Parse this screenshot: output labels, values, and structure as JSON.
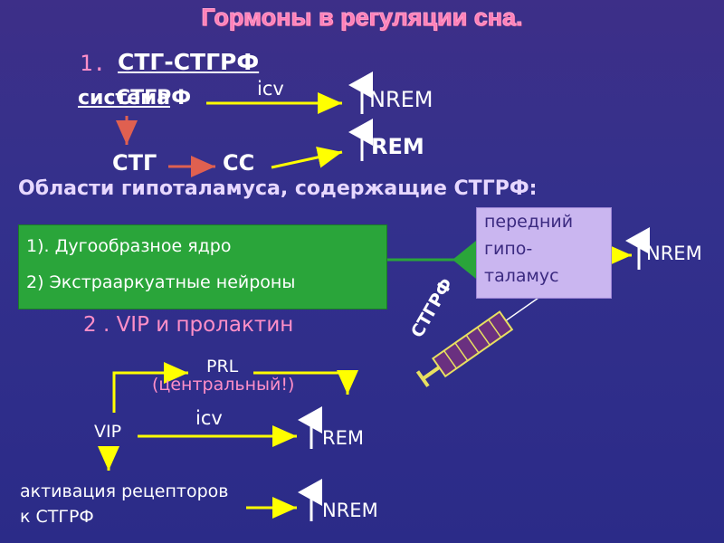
{
  "title": "Гормоны в регуляции сна.",
  "section1": {
    "number": "1.",
    "heading": "СТГ-СТГРФ",
    "system_word": "система",
    "strgf": "СТГРФ",
    "icv": "icv",
    "nrem": "NREM",
    "stg": "СТГ",
    "ss": "СС",
    "rem": "REM"
  },
  "hypothalamus_heading": "Области гипоталамуса, содержащие СТГРФ:",
  "green_box": {
    "line1": "1). Дугообразное ядро",
    "line2": "2) Экстрааркуатные  нейроны"
  },
  "lilac_box": {
    "line1": "передний",
    "line2": "гипо-",
    "line3": "таламус"
  },
  "right_nrem": "NREM",
  "section2": {
    "heading": "2 . VIP и пролактин",
    "prl": "PRL",
    "central": "(центральный!)",
    "icv": "icv",
    "vip": "VIP",
    "rem": "REM",
    "activation_line1": "активация рецепторов",
    "activation_line2": "к СТГРФ",
    "nrem": "NREM"
  },
  "syringe_label": "СТГРФ",
  "colors": {
    "title": "#ff7fb8",
    "arrow_yellow": "#ffff00",
    "arrow_red": "#e06050",
    "green_box": "#2aa53a",
    "lilac_box": "#cab6f0",
    "pink_text": "#ff8fc8"
  }
}
